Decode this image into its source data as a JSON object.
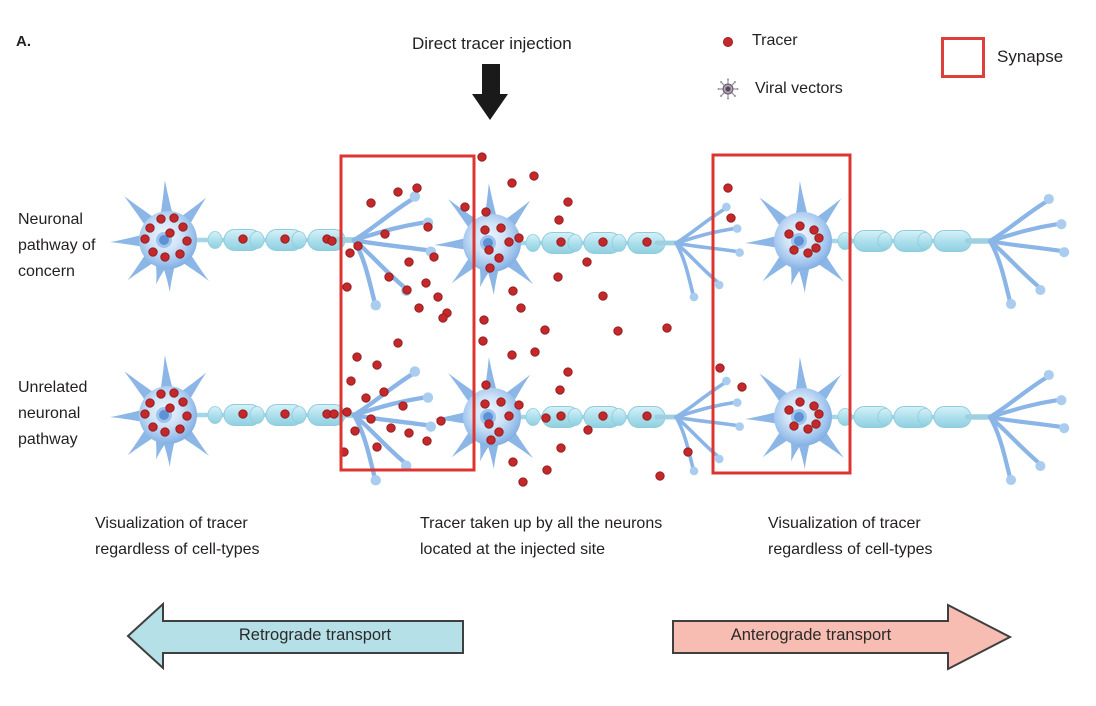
{
  "figure": {
    "panel_label": "A.",
    "injection_title": "Direct tracer injection"
  },
  "legend": {
    "tracer_label": "Tracer",
    "viral_vectors_label": "Viral vectors",
    "synapse_label": "Synapse"
  },
  "pathway_labels": {
    "row1": "Neuronal\npathway of\nconcern",
    "row2": "Unrelated\nneuronal\npathway"
  },
  "captions": {
    "left": "Visualization of tracer\nregardless of cell-types",
    "middle": "Tracer taken up by all the neurons\nlocated at the injected site",
    "right": "Visualization of tracer\nregardless of cell-types"
  },
  "transport_arrows": {
    "retrograde_label": "Retrograde transport",
    "anterograde_label": "Anterograde transport"
  },
  "colors": {
    "tracer_red": "#c5282a",
    "tracer_edge": "#8f1b1b",
    "synapse_box_red": "#dd3430",
    "retrograde_fill": "#b5e0e7",
    "anterograde_fill": "#f7bdb2",
    "arrow_outline": "#3f3f3f",
    "injection_arrow_black": "#1a1a1a",
    "neuron_blue": "#85b2e5",
    "neuron_branch": "#8ab5e6",
    "myelin_teal": "#a9dcea",
    "text": "#231f20"
  }
}
